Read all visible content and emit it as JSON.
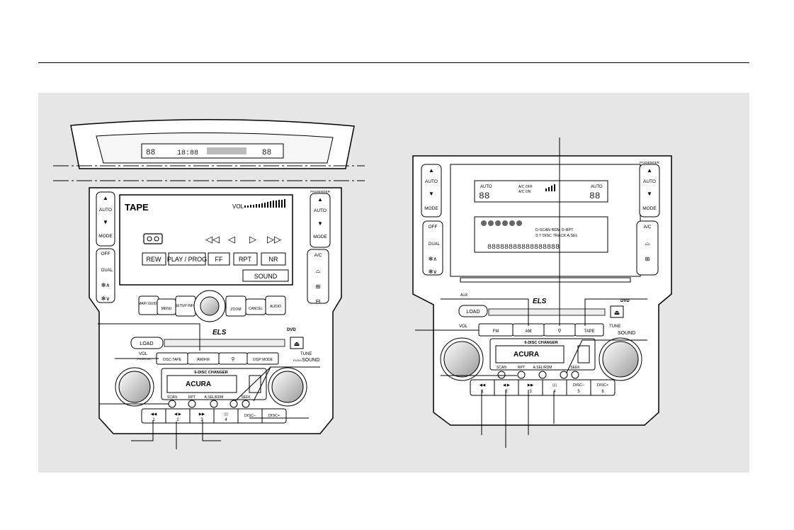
{
  "left_unit": {
    "screen": {
      "mode_title": "TAPE",
      "vol_label": "VOL",
      "soft_keys": [
        "REW",
        "PLAY / PROG",
        "FF",
        "RPT",
        "NR"
      ],
      "sound_key": "SOUND"
    },
    "top_display": {
      "left_temp": "88",
      "clock": "18:88",
      "right_temp": "88"
    },
    "climate_left": {
      "auto": "AUTO",
      "mode": "MODE",
      "off": "OFF",
      "dual": "DUAL"
    },
    "climate_right": {
      "passenger": "PASSENGER",
      "auto": "AUTO",
      "mode": "MODE",
      "ac": "A/C"
    },
    "nav_buttons": [
      "MAP/ GUIDE",
      "MENU",
      "SETUP INFO",
      "ZOOM",
      "CANCEL",
      "AUDIO"
    ],
    "load": "LOAD",
    "vol": "VOL",
    "vol_sub": "PUSH:ON",
    "tune": "TUNE",
    "tune_sub": "PUSH:",
    "sound": "SOUND",
    "dvd": "DVD",
    "audio_buttons": [
      "DISC TAPE",
      "AM/FM",
      "",
      "DISP MODE"
    ],
    "changer_label": "6-DISC CHANGER",
    "changer_brand": "ACURA",
    "small_buttons": [
      "SCAN",
      "RPT",
      "A.SEL/RDM",
      "",
      "SEEK"
    ],
    "presets": [
      {
        "top": "◀◀",
        "num": "1"
      },
      {
        "top": "◀ ▶",
        "num": "2"
      },
      {
        "top": "▶▶",
        "num": "3"
      },
      {
        "top": "▯▯",
        "num": "4"
      },
      {
        "top": "DISC–",
        "num": ""
      },
      {
        "top": "DISC+",
        "num": ""
      }
    ]
  },
  "right_unit": {
    "climate_display": {
      "auto_l": "AUTO",
      "temp_l": "88",
      "ac_off": "A/C OFF",
      "ac_on": "A/C ON",
      "auto_r": "AUTO",
      "temp_r": "88"
    },
    "audio_display": {
      "line1": "D-SCAN RDM D-RPT",
      "line2": "S T DISC TRACK A.SEL",
      "segments": "88888888888888888"
    },
    "climate_left": {
      "auto": "AUTO",
      "mode": "MODE",
      "off": "OFF",
      "dual": "DUAL"
    },
    "climate_right": {
      "passenger": "PASSENGER",
      "auto": "AUTO",
      "mode": "MODE",
      "ac": "A/C"
    },
    "load": "LOAD",
    "vol": "VOL",
    "tune": "TUNE",
    "sound": "SOUND",
    "dvd": "DVD",
    "audio_buttons": [
      "FM",
      "AM",
      "",
      "TAPE"
    ],
    "changer_label": "6-DISC CHANGER",
    "changer_brand": "ACURA",
    "small_buttons": [
      "SCAN",
      "RPT",
      "A.SEL/RDM",
      "",
      "SEEK"
    ],
    "presets": [
      {
        "top": "◀◀",
        "num": "1"
      },
      {
        "top": "◀ ▶",
        "num": "2"
      },
      {
        "top": "▶▶",
        "num": "3"
      },
      {
        "top": "▯▯",
        "num": "4"
      },
      {
        "top": "DISC–",
        "num": "5"
      },
      {
        "top": "DISC+",
        "num": "6"
      }
    ]
  }
}
